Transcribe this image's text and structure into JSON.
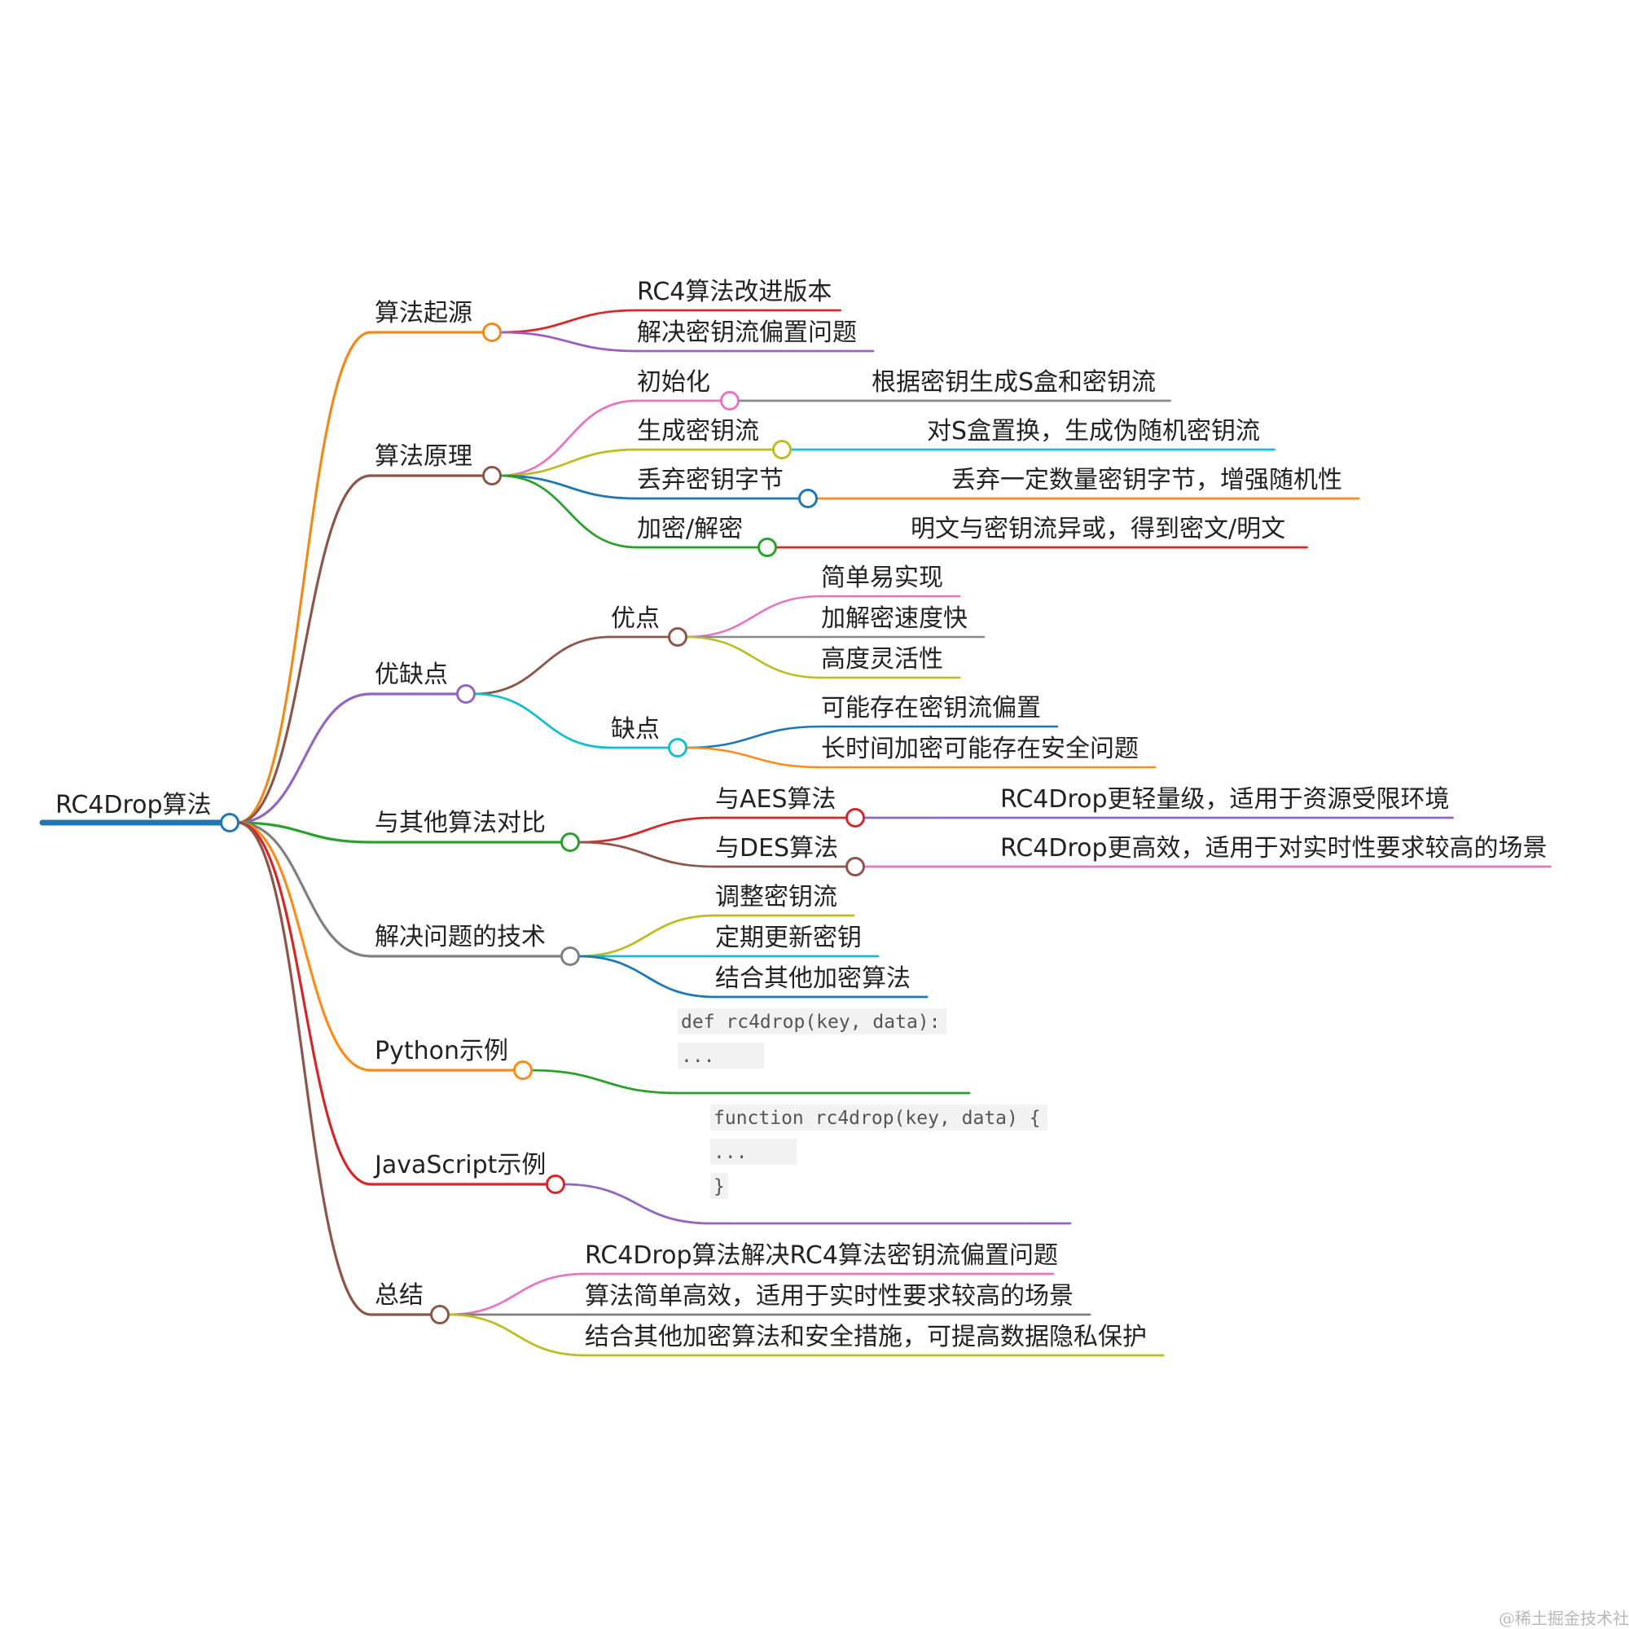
{
  "root": {
    "label": "RC4Drop算法"
  },
  "branches": [
    {
      "label": "算法起源",
      "color": "#f08a1c",
      "children": [
        {
          "label": "RC4算法改进版本",
          "color": "#d62b2b"
        },
        {
          "label": "解决密钥流偏置问题",
          "color": "#9b5fc0"
        }
      ]
    },
    {
      "label": "算法原理",
      "color": "#8c564b",
      "children": [
        {
          "label": "初始化",
          "color": "#e377c2",
          "children": [
            {
              "label": "根据密钥生成S盒和密钥流",
              "color": "#8a8a8a"
            }
          ]
        },
        {
          "label": "生成密钥流",
          "color": "#bcbd22",
          "children": [
            {
              "label": "对S盒置换，生成伪随机密钥流",
              "color": "#17becf"
            }
          ]
        },
        {
          "label": "丢弃密钥字节",
          "color": "#1f77b4",
          "children": [
            {
              "label": "丢弃一定数量密钥字节，增强随机性",
              "color": "#ff8c1a"
            }
          ]
        },
        {
          "label": "加密/解密",
          "color": "#2ca02c",
          "children": [
            {
              "label": "明文与密钥流异或，得到密文/明文",
              "color": "#d62728"
            }
          ]
        }
      ]
    },
    {
      "label": "优缺点",
      "color": "#9467bd",
      "children": [
        {
          "label": "优点",
          "color": "#8c564b",
          "children": [
            {
              "label": "简单易实现",
              "color": "#e377c2"
            },
            {
              "label": "加解密速度快",
              "color": "#8a8a8a"
            },
            {
              "label": "高度灵活性",
              "color": "#bcbd22"
            }
          ]
        },
        {
          "label": "缺点",
          "color": "#17becf",
          "children": [
            {
              "label": "可能存在密钥流偏置",
              "color": "#1f77b4"
            },
            {
              "label": "长时间加密可能存在安全问题",
              "color": "#ff8c1a"
            }
          ]
        }
      ]
    },
    {
      "label": "与其他算法对比",
      "color": "#2ca02c",
      "children": [
        {
          "label": "与AES算法",
          "color": "#d62728",
          "children": [
            {
              "label": "RC4Drop更轻量级，适用于资源受限环境",
              "color": "#9467bd"
            }
          ]
        },
        {
          "label": "与DES算法",
          "color": "#8c564b",
          "children": [
            {
              "label": "RC4Drop更高效，适用于对实时性要求较高的场景",
              "color": "#e377c2"
            }
          ]
        }
      ]
    },
    {
      "label": "解决问题的技术",
      "color": "#7f7f7f",
      "children": [
        {
          "label": "调整密钥流",
          "color": "#bcbd22"
        },
        {
          "label": "定期更新密钥",
          "color": "#17becf"
        },
        {
          "label": "结合其他加密算法",
          "color": "#1f77b4"
        }
      ]
    },
    {
      "label": "Python示例",
      "color": "#ff8c1a",
      "code": [
        "def rc4drop(key, data):",
        "    ..."
      ],
      "code_color": "#2ca02c"
    },
    {
      "label": "JavaScript示例",
      "color": "#d62728",
      "code": [
        "function rc4drop(key, data) {",
        "    ...",
        "}"
      ],
      "code_color": "#9467bd"
    },
    {
      "label": "总结",
      "color": "#8c564b",
      "children": [
        {
          "label": "RC4Drop算法解决RC4算法密钥流偏置问题",
          "color": "#e377c2"
        },
        {
          "label": "算法简单高效，适用于实时性要求较高的场景",
          "color": "#7f7f7f"
        },
        {
          "label": "结合其他加密算法和安全措施，可提高数据隐私保护",
          "color": "#bcbd22"
        }
      ]
    }
  ],
  "watermark": "@稀土掘金技术社区",
  "colors": {
    "root": "#1f77b4",
    "text": "#222222"
  }
}
